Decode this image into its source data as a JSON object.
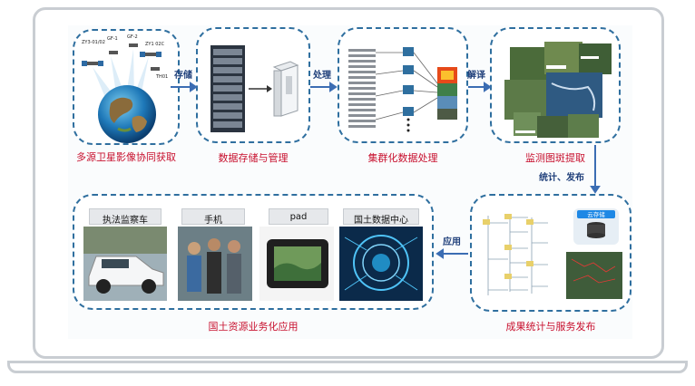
{
  "stages": {
    "acquire": "多源卫星影像协同获取",
    "storage": "数据存储与管理",
    "process": "集群化数据处理",
    "extract": "监测图斑提取",
    "publish": "成果统计与服务发布",
    "apply": "国土资源业务化应用"
  },
  "arrows": {
    "store": "存储",
    "process": "处理",
    "interpret": "解译",
    "stats": "统计、发布",
    "apply": "应用"
  },
  "satellites": [
    "ZY3-01/02",
    "GF-1",
    "GF-2",
    "ZY1 02C",
    "TH01"
  ],
  "cloud_label": "云存储",
  "apps": [
    "执法监察车",
    "手机",
    "pad",
    "国土数据中心"
  ],
  "colors": {
    "border": "#2f6f9f",
    "caption": "#c8102e",
    "arrow": "#3b6db3"
  }
}
